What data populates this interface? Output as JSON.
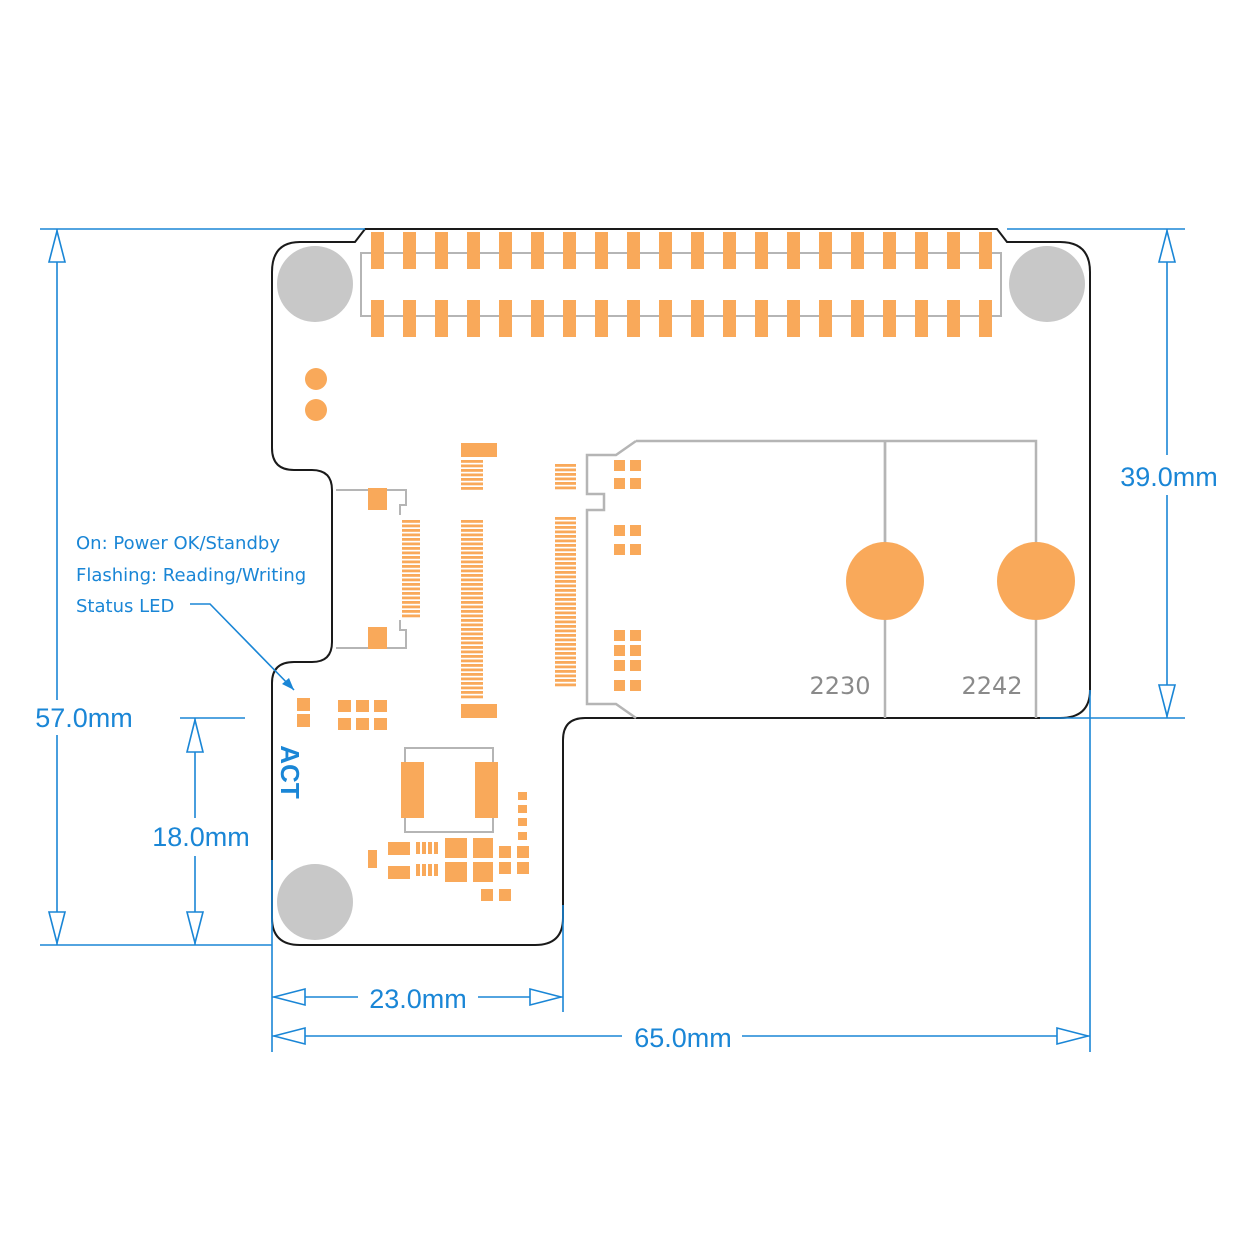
{
  "dimensions": {
    "total_height": "57.0mm",
    "upper_height": "39.0mm",
    "lower_height": "18.0mm",
    "lower_width": "23.0mm",
    "total_width": "65.0mm"
  },
  "led_note": {
    "line1": "On: Power OK/Standby",
    "line2": "Flashing: Reading/Writing",
    "line3": "Status LED"
  },
  "act_label": "ACT",
  "m2_sizes": {
    "size_a": "2230",
    "size_b": "2242"
  },
  "colors": {
    "accent": "#1a86d6",
    "pad": "#f9a95a",
    "hole": "#c8c8c8",
    "outline": "#1a1a1a",
    "silkscreen": "#b5b5b5"
  }
}
